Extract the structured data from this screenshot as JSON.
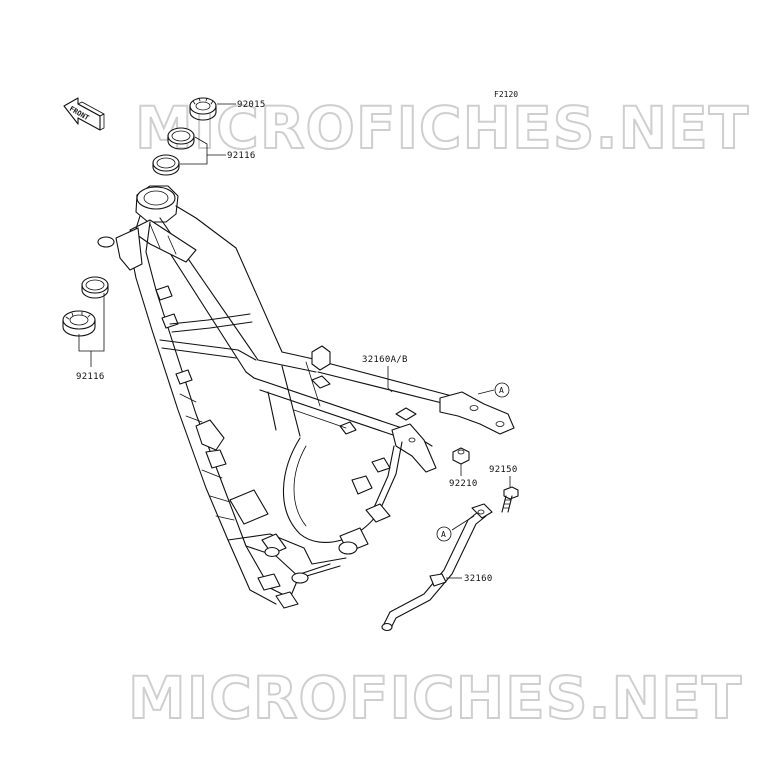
{
  "diagram": {
    "figure_code": "F2120",
    "watermark_top": "MICROFICHES.NET",
    "watermark_bottom": "MICROFICHES.NET",
    "front_arrow_label": "FRONT",
    "parts": [
      {
        "id": "92015",
        "label": "92015"
      },
      {
        "id": "92116-top",
        "label": "92116"
      },
      {
        "id": "92116-left",
        "label": "92116"
      },
      {
        "id": "32160ab",
        "label": "32160A/B"
      },
      {
        "id": "92210",
        "label": "92210"
      },
      {
        "id": "92150",
        "label": "92150"
      },
      {
        "id": "32160",
        "label": "32160"
      }
    ],
    "ref_markers": [
      {
        "id": "A-upper",
        "label": "A"
      },
      {
        "id": "A-lower",
        "label": "A"
      }
    ]
  }
}
